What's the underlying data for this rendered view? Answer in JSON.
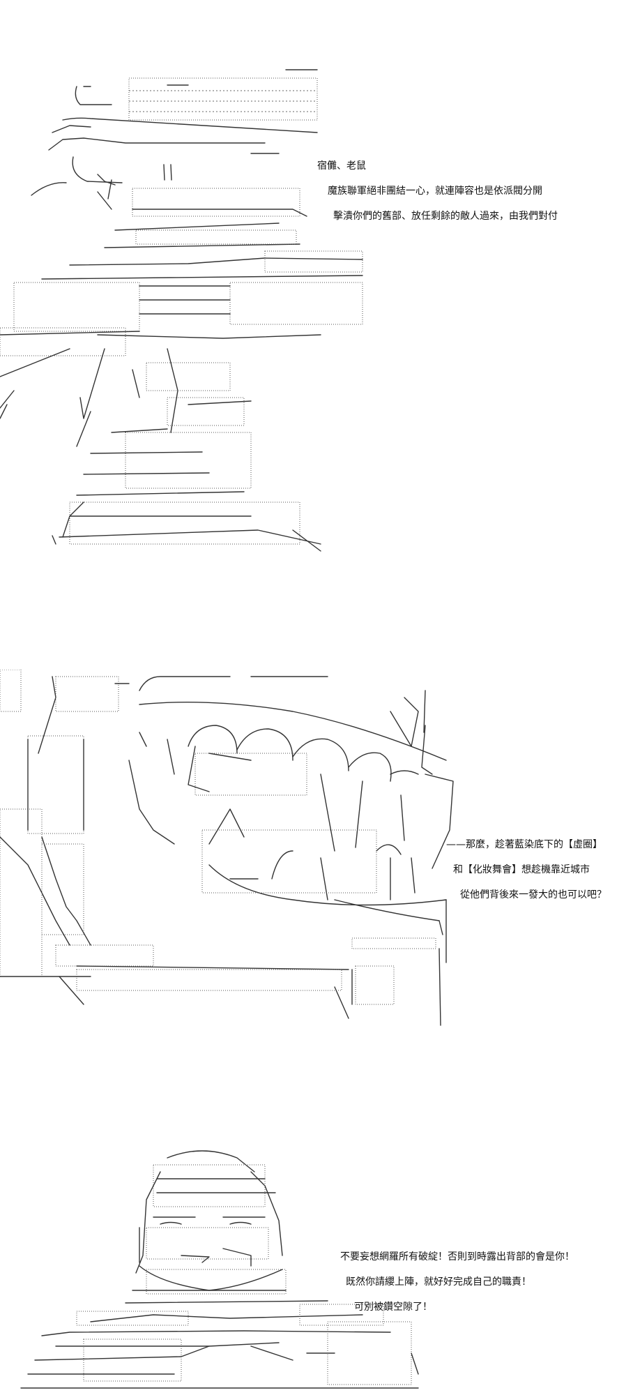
{
  "panels": [
    {
      "id": "panel-1",
      "lines": [
        "宿儺、老鼠",
        "魔族聯軍絕非團結一心，就連陣容也是依派閥分開",
        "擊潰你們的舊部、放任剩餘的敵人過來，由我們對付"
      ]
    },
    {
      "id": "panel-2",
      "lines": [
        "——那麼，趁著藍染底下的【虛圈】",
        "和【化妝舞會】想趁機靠近城市",
        "從他們背後來一發大的也可以吧？"
      ]
    },
    {
      "id": "panel-3",
      "lines": [
        "不要妄想網羅所有破綻！否則到時露出背部的會是你！",
        "既然你請纓上陣，就好好完成自己的職責！",
        "可別被鑽空隙了！"
      ]
    }
  ]
}
